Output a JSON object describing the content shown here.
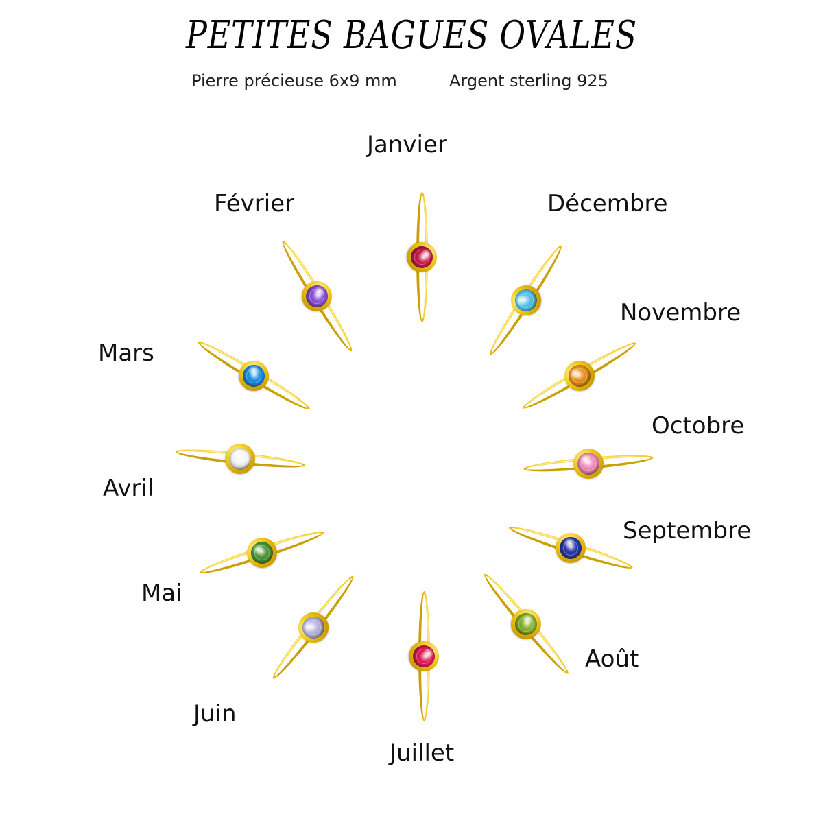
{
  "title": "PETITES BAGUES OVALES",
  "subtitle_left": "Pierre précieuse 6x9 mm",
  "subtitle_right": "Argent sterling 925",
  "months": [
    {
      "label": "Janvier",
      "gem_color": "#c41848"
    },
    {
      "label": "Février",
      "gem_color": "#8b4fd8"
    },
    {
      "label": "Mars",
      "gem_color": "#1b8ee5"
    },
    {
      "label": "Avril",
      "gem_color": "#f6f6f6"
    },
    {
      "label": "Mai",
      "gem_color": "#4a9638"
    },
    {
      "label": "Juin",
      "gem_color": "#b9b5df"
    },
    {
      "label": "Juillet",
      "gem_color": "#e01a55"
    },
    {
      "label": "Août",
      "gem_color": "#86b02a"
    },
    {
      "label": "Septembre",
      "gem_color": "#2638a8"
    },
    {
      "label": "Octobre",
      "gem_color": "#f38cc0"
    },
    {
      "label": "Novembre",
      "gem_color": "#e99118"
    },
    {
      "label": "Décembre",
      "gem_color": "#57c1e8"
    }
  ]
}
